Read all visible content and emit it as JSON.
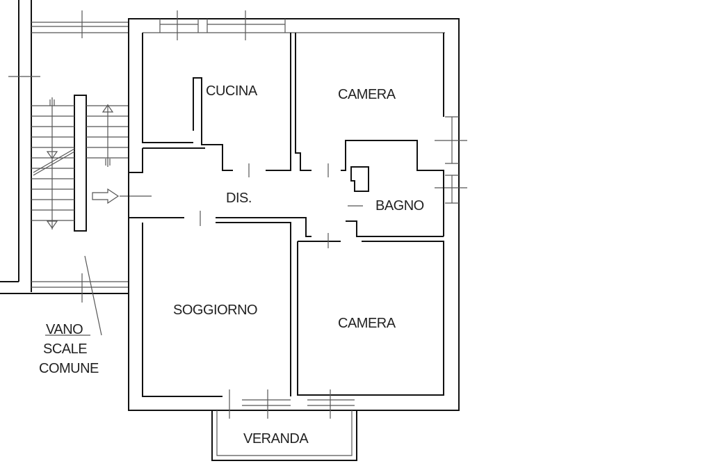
{
  "rooms": {
    "cucina": "CUCINA",
    "camera_top": "CAMERA",
    "dis": "DIS.",
    "bagno": "BAGNO",
    "soggiorno": "SOGGIORNO",
    "camera_bottom": "CAMERA",
    "veranda": "VERANDA"
  },
  "stair_note": {
    "line1": "VANO",
    "line2": "SCALE",
    "line3": "COMUNE"
  }
}
